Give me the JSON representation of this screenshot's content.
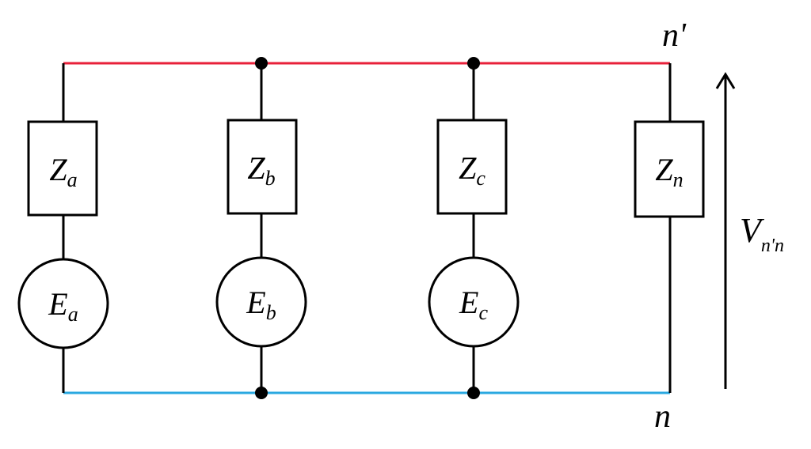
{
  "colors": {
    "top_rail": "#e8203a",
    "bottom_rail": "#2aa8e0",
    "wire": "#000000"
  },
  "nodes": {
    "top": "n'",
    "bottom": "n"
  },
  "impedances": [
    {
      "main": "Z",
      "sub": "a"
    },
    {
      "main": "Z",
      "sub": "b"
    },
    {
      "main": "Z",
      "sub": "c"
    },
    {
      "main": "Z",
      "sub": "n"
    }
  ],
  "sources": [
    {
      "main": "E",
      "sub": "a"
    },
    {
      "main": "E",
      "sub": "b"
    },
    {
      "main": "E",
      "sub": "c"
    }
  ],
  "voltage": {
    "main": "V",
    "sub": "n'n"
  }
}
